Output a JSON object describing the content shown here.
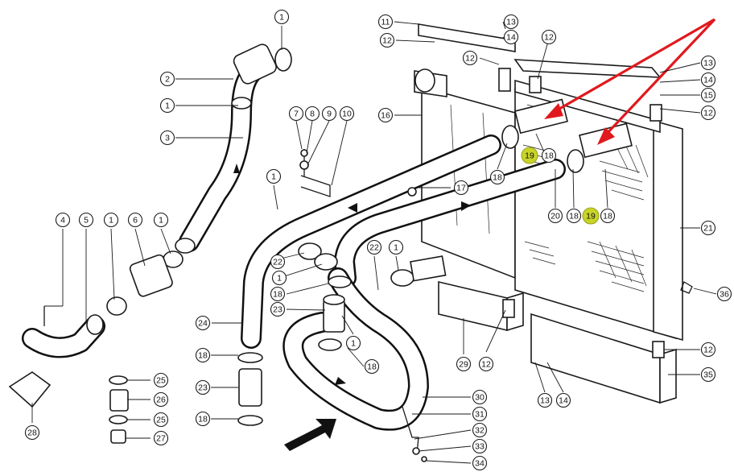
{
  "callouts": [
    {
      "key": "c1a",
      "label": "1"
    },
    {
      "key": "c2",
      "label": "2"
    },
    {
      "key": "c1b",
      "label": "1"
    },
    {
      "key": "c3",
      "label": "3"
    },
    {
      "key": "c4",
      "label": "4"
    },
    {
      "key": "c5",
      "label": "5"
    },
    {
      "key": "c1c",
      "label": "1"
    },
    {
      "key": "c6",
      "label": "6"
    },
    {
      "key": "c1d",
      "label": "1"
    },
    {
      "key": "c28",
      "label": "28"
    },
    {
      "key": "c25a",
      "label": "25"
    },
    {
      "key": "c26",
      "label": "26"
    },
    {
      "key": "c25b",
      "label": "25"
    },
    {
      "key": "c27",
      "label": "27"
    },
    {
      "key": "c7",
      "label": "7"
    },
    {
      "key": "c8",
      "label": "8"
    },
    {
      "key": "c9",
      "label": "9"
    },
    {
      "key": "c10",
      "label": "10"
    },
    {
      "key": "c1e",
      "label": "1"
    },
    {
      "key": "c17",
      "label": "17"
    },
    {
      "key": "c22a",
      "label": "22"
    },
    {
      "key": "c1f",
      "label": "1"
    },
    {
      "key": "c18a",
      "label": "18"
    },
    {
      "key": "c23a",
      "label": "23"
    },
    {
      "key": "c24",
      "label": "24"
    },
    {
      "key": "c18b",
      "label": "18"
    },
    {
      "key": "c23b",
      "label": "23"
    },
    {
      "key": "c18c",
      "label": "18"
    },
    {
      "key": "c22b",
      "label": "22"
    },
    {
      "key": "c1g",
      "label": "1"
    },
    {
      "key": "c1h",
      "label": "1"
    },
    {
      "key": "c18d",
      "label": "18"
    },
    {
      "key": "c30",
      "label": "30"
    },
    {
      "key": "c31",
      "label": "31"
    },
    {
      "key": "c32",
      "label": "32"
    },
    {
      "key": "c33",
      "label": "33"
    },
    {
      "key": "c34",
      "label": "34"
    },
    {
      "key": "c11",
      "label": "11"
    },
    {
      "key": "c12a",
      "label": "12"
    },
    {
      "key": "c13a",
      "label": "13"
    },
    {
      "key": "c14a",
      "label": "14"
    },
    {
      "key": "c12b",
      "label": "12"
    },
    {
      "key": "c12c",
      "label": "12"
    },
    {
      "key": "c16",
      "label": "16"
    },
    {
      "key": "c18e",
      "label": "18"
    },
    {
      "key": "c19a",
      "label": "19"
    },
    {
      "key": "c18f",
      "label": "18"
    },
    {
      "key": "c20",
      "label": "20"
    },
    {
      "key": "c18g",
      "label": "18"
    },
    {
      "key": "c19b",
      "label": "19"
    },
    {
      "key": "c18h",
      "label": "18"
    },
    {
      "key": "c13b",
      "label": "13"
    },
    {
      "key": "c14b",
      "label": "14"
    },
    {
      "key": "c15",
      "label": "15"
    },
    {
      "key": "c12d",
      "label": "12"
    },
    {
      "key": "c21",
      "label": "21"
    },
    {
      "key": "c36",
      "label": "36"
    },
    {
      "key": "c12e",
      "label": "12"
    },
    {
      "key": "c35",
      "label": "35"
    },
    {
      "key": "c29",
      "label": "29"
    },
    {
      "key": "c12f",
      "label": "12"
    },
    {
      "key": "c13c",
      "label": "13"
    },
    {
      "key": "c14c",
      "label": "14"
    }
  ],
  "highlight": {
    "color": "#c8d428",
    "arrow_color": "#e0191e",
    "items": [
      "c19a",
      "c19b"
    ]
  }
}
